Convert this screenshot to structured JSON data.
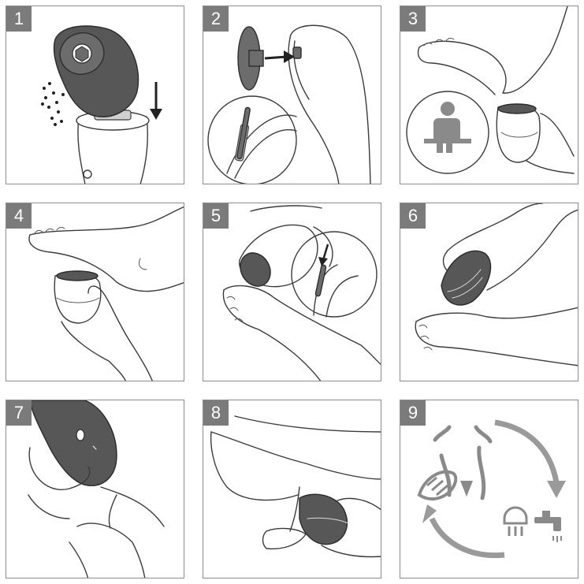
{
  "steps": [
    {
      "number": "1",
      "icon": "attach-head-icon"
    },
    {
      "number": "2",
      "icon": "insert-roller-icon"
    },
    {
      "number": "3",
      "icon": "seated-posture-icon"
    },
    {
      "number": "4",
      "icon": "heel-treatment-icon"
    },
    {
      "number": "5",
      "icon": "roller-check-icon"
    },
    {
      "number": "6",
      "icon": "sole-treatment-icon"
    },
    {
      "number": "7",
      "icon": "remove-head-icon"
    },
    {
      "number": "8",
      "icon": "rinse-roller-icon"
    },
    {
      "number": "9",
      "icon": "care-cycle-icon"
    }
  ],
  "colors": {
    "label_bg": "#7b7b7b",
    "device": "#6c6c6c",
    "arrow": "#9a9a9a",
    "border": "#8c8c8c"
  }
}
